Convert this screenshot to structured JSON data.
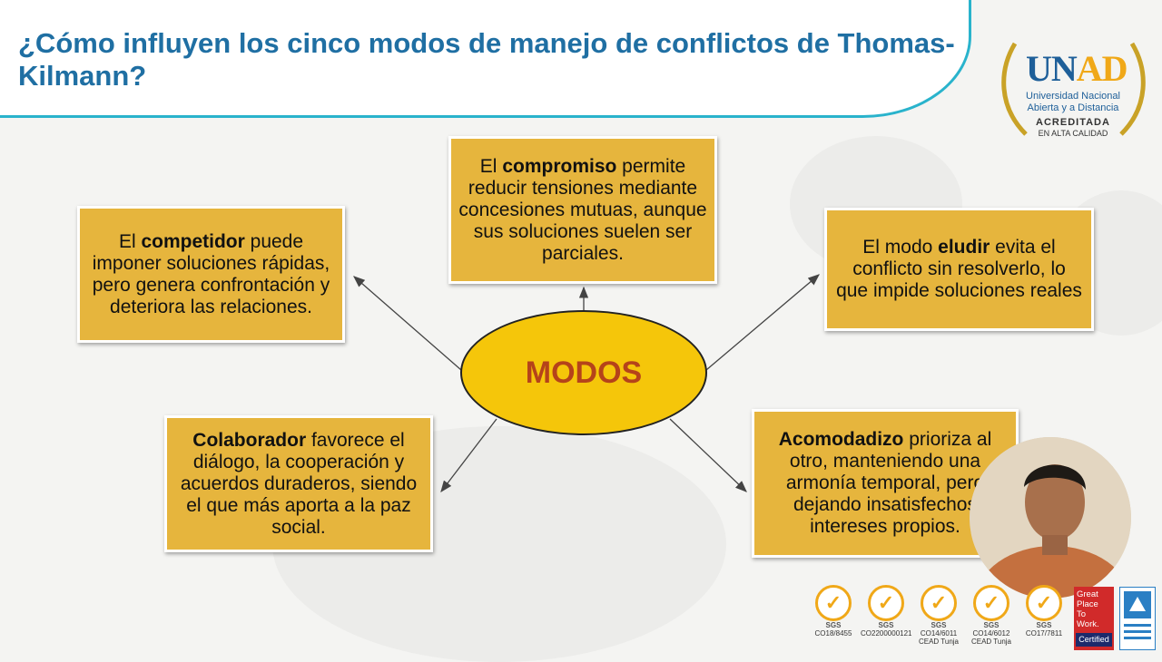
{
  "title": "¿Cómo influyen los cinco modos de manejo de conflictos de Thomas-Kilmann?",
  "logo": {
    "brand_u": "UN",
    "brand_ad": "AD",
    "line1": "Universidad Nacional",
    "line2": "Abierta y a Distancia",
    "line3": "ACREDITADA",
    "line4": "EN ALTA CALIDAD"
  },
  "center": {
    "label": "MODOS"
  },
  "nodes": {
    "compromiso": {
      "pre": "El ",
      "keyword": "compromiso",
      "post": " permite reducir tensiones mediante concesiones mutuas, aunque sus soluciones suelen ser parciales."
    },
    "competidor": {
      "pre": "El ",
      "keyword": "competidor",
      "post": " puede imponer soluciones rápidas, pero genera confrontación y deteriora las relaciones."
    },
    "eludir": {
      "pre": "El modo ",
      "keyword": "eludir",
      "post": " evita el conflicto sin resolverlo, lo que impide soluciones reales"
    },
    "colaborador": {
      "pre": "",
      "keyword": "Colaborador",
      "post": " favorece el diálogo, la cooperación y acuerdos duraderos, siendo el que más aporta a la paz social."
    },
    "acomodadizo": {
      "pre": "",
      "keyword": "Acomodadizo",
      "post": " prioriza al otro, manteniendo una armonía temporal, pero dejando insatisfechos intereses propios."
    }
  },
  "certifications": {
    "sgs_label": "SGS",
    "codes": [
      "CO18/8455",
      "CO2200000121",
      "CO14/6011",
      "CO14/6012",
      "CO17/7811"
    ],
    "subcodes": [
      "",
      "",
      "CEAD Tunja",
      "CEAD Tunja",
      ""
    ],
    "gptw": {
      "line1": "Great",
      "line2": "Place",
      "line3": "To",
      "line4": "Work.",
      "cert": "Certified"
    }
  },
  "colors": {
    "title": "#1f6fa3",
    "box_fill": "#e6b53d",
    "ellipse_fill": "#f5c60a",
    "center_text": "#b5431a",
    "accent_line": "#29b3cc"
  }
}
